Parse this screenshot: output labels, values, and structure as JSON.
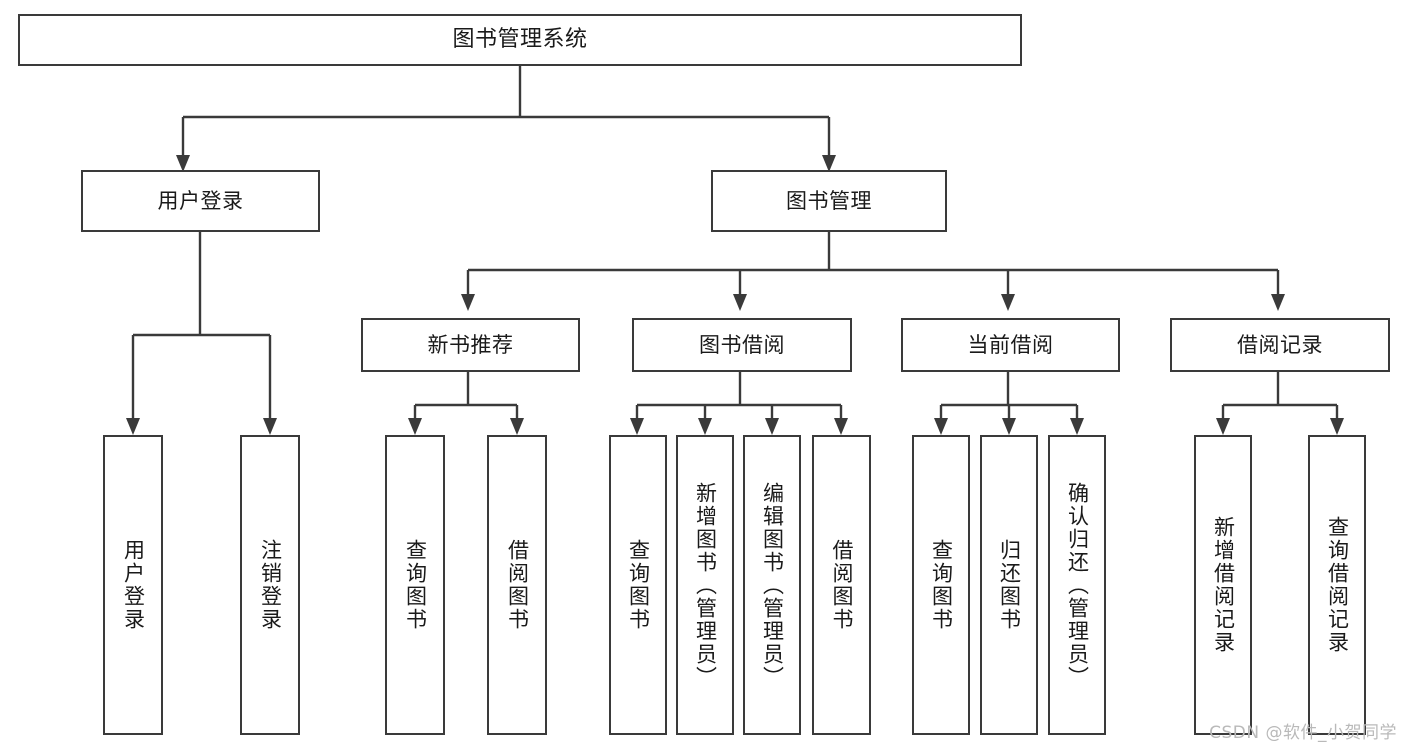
{
  "diagram": {
    "title": "图书管理系统",
    "type": "tree",
    "watermark": "CSDN @软件_小贺同学",
    "levels": {
      "root": {
        "label": "图书管理系统"
      },
      "level2": [
        {
          "label": "用户登录"
        },
        {
          "label": "图书管理"
        }
      ],
      "level3": [
        {
          "label": "新书推荐"
        },
        {
          "label": "图书借阅"
        },
        {
          "label": "当前借阅"
        },
        {
          "label": "借阅记录"
        }
      ],
      "leaves": {
        "user_login": [
          {
            "label": "用户登录"
          },
          {
            "label": "注销登录"
          }
        ],
        "new_book_recommend": [
          {
            "label": "查询图书"
          },
          {
            "label": "借阅图书"
          }
        ],
        "book_borrow": [
          {
            "label": "查询图书"
          },
          {
            "label": "新增图书（管理员）"
          },
          {
            "label": "编辑图书（管理员）"
          },
          {
            "label": "借阅图书"
          }
        ],
        "current_borrow": [
          {
            "label": "查询图书"
          },
          {
            "label": "归还图书"
          },
          {
            "label": "确认归还（管理员）"
          }
        ],
        "borrow_record": [
          {
            "label": "新增借阅记录"
          },
          {
            "label": "查询借阅记录"
          }
        ]
      }
    },
    "colors": {
      "stroke": "#3a3a3a",
      "fill": "#ffffff",
      "text": "#1a1a1a",
      "watermark": "#b9b9b9"
    }
  }
}
